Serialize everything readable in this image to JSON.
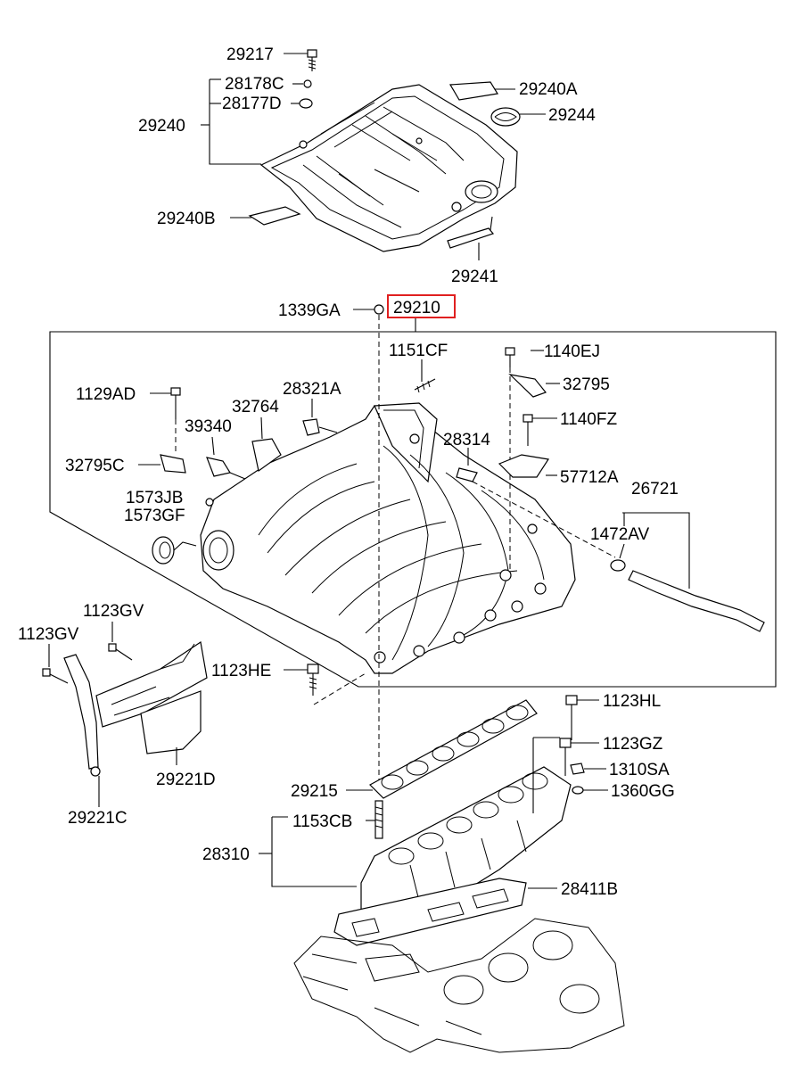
{
  "highlight_color": "#e02020",
  "highlighted_part": "29210",
  "labels": {
    "p29217": "29217",
    "p28178C": "28178C",
    "p28177D": "28177D",
    "p29240": "29240",
    "p29240A": "29240A",
    "p29244": "29244",
    "p29240B": "29240B",
    "p29241": "29241",
    "p1339GA": "1339GA",
    "p29210": "29210",
    "p1151CF": "1151CF",
    "p1140EJ": "1140EJ",
    "p32795": "32795",
    "p1129AD": "1129AD",
    "p28321A": "28321A",
    "p32764": "32764",
    "p39340": "39340",
    "p1140FZ": "1140FZ",
    "p28314": "28314",
    "p32795C": "32795C",
    "p57712A": "57712A",
    "p26721": "26721",
    "p1573JB": "1573JB",
    "p1573GF": "1573GF",
    "p1472AV": "1472AV",
    "p1123GV_a": "1123GV",
    "p1123GV_b": "1123GV",
    "p1123HE": "1123HE",
    "p1123HL": "1123HL",
    "p1123GZ": "1123GZ",
    "p1310SA": "1310SA",
    "p1360GG": "1360GG",
    "p29221D": "29221D",
    "p29215": "29215",
    "p29221C": "29221C",
    "p1153CB": "1153CB",
    "p28310": "28310",
    "p28411B": "28411B"
  }
}
